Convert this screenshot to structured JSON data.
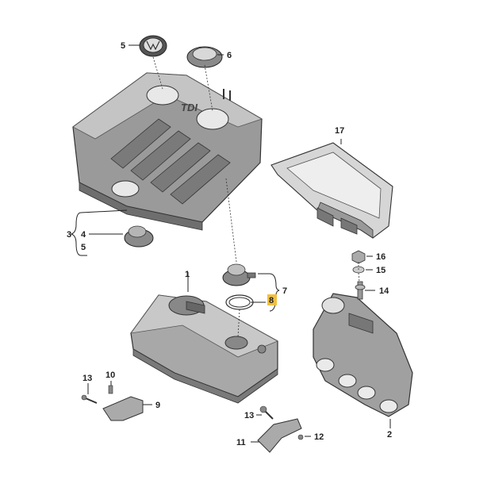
{
  "callouts": {
    "c1": "1",
    "c2": "2",
    "c3": "3",
    "c4": "4",
    "c5_top": "5",
    "c5_bottom": "5",
    "c6": "6",
    "c7": "7",
    "c8": "8",
    "c9": "9",
    "c10": "10",
    "c11": "11",
    "c12": "12",
    "c13_left": "13",
    "c13_right": "13",
    "c14": "14",
    "c15": "15",
    "c16": "16",
    "c17": "17"
  },
  "emblem_text": "TDI",
  "highlight_color": "#f0c040",
  "part_colors": {
    "cover": "#9a9a9a",
    "cover_dark": "#6e6e6e",
    "cover_light": "#c4c4c4",
    "metal": "#a8a8a8",
    "insulation": "#d6d6d6"
  }
}
